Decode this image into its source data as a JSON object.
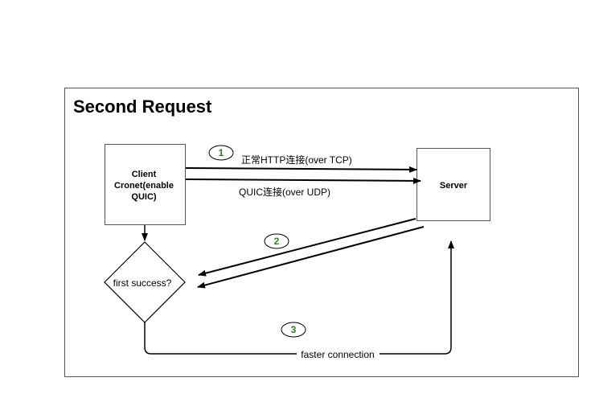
{
  "title": "Second Request",
  "nodes": {
    "client": {
      "lines": [
        "Client",
        "Cronet(enable",
        "QUIC)"
      ]
    },
    "server": {
      "label": "Server"
    },
    "decision": {
      "label": "first success?"
    }
  },
  "edges": {
    "http_tcp": "正常HTTP连接(over TCP)",
    "quic_udp": "QUIC连接(over UDP)",
    "faster": "faster connection"
  },
  "steps": [
    "1",
    "2",
    "3"
  ],
  "colors": {
    "step_number": "#2e7d1e",
    "line": "#000000",
    "frame": "#555555",
    "box_border": "#555555"
  }
}
